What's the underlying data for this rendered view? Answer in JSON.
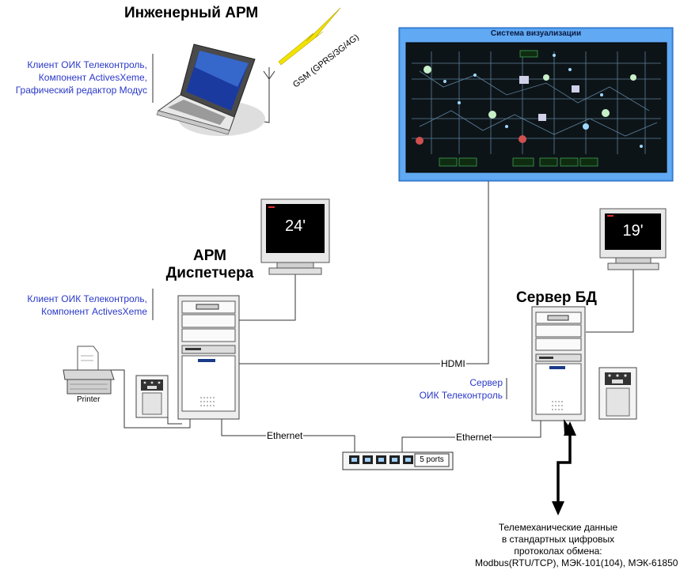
{
  "titles": {
    "eng_arm": "Инженерный АРМ",
    "arm_disp_line1": "АРМ",
    "arm_disp_line2": "Диспетчера",
    "server_bd": "Сервер БД"
  },
  "labels": {
    "eng_arm_software": [
      "Клиент ОИК Телеконтроль,",
      "Компонент ActivesXeme,",
      "Графический редактор Модус"
    ],
    "disp_software": [
      "Клиент ОИК Телеконтроль,",
      "Компонент ActivesXeme"
    ],
    "server_software": [
      "Сервер",
      "ОИК Телеконтроль"
    ],
    "gsm": "GSM (GPRS/3G/4G)",
    "vis_system": "Система визуализации",
    "monitor_24": "24'",
    "monitor_19": "19'",
    "printer": "Printer",
    "hdmi": "HDMI",
    "ethernet_left": "Ethernet",
    "ethernet_right": "Ethernet",
    "switch_ports": "5 ports",
    "telemech": [
      "Телемеханические данные",
      "в стандартных цифровых",
      "протоколах обмена:",
      "Modbus(RTU/TCP), МЭК-101(104), МЭК-61850"
    ]
  },
  "colors": {
    "label_blue": "#2a38c8",
    "vis_panel_blue": "#3a8ee6",
    "gsm_bolt": "#f2e200"
  }
}
